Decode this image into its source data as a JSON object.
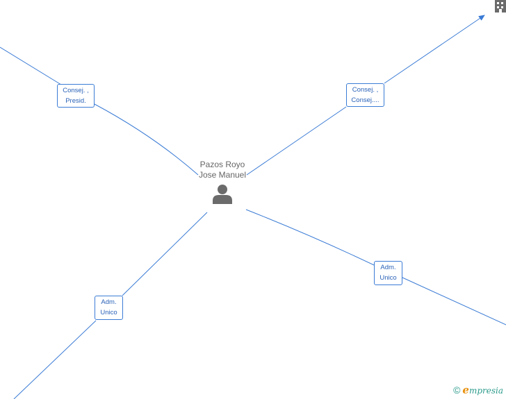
{
  "person": {
    "name_line1": "Pazos Royo",
    "name_line2": "Jose Manuel",
    "icon": "person-icon"
  },
  "edges": [
    {
      "id": "top-left",
      "label_line1": "Consej. ,",
      "label_line2": "Presid."
    },
    {
      "id": "top-right",
      "label_line1": "Consej. ,",
      "label_line2": "Consej...."
    },
    {
      "id": "bottom-left",
      "label_line1": "Adm.",
      "label_line2": "Unico"
    },
    {
      "id": "bottom-right",
      "label_line1": "Adm.",
      "label_line2": "Unico"
    }
  ],
  "company_node": {
    "icon": "building-icon"
  },
  "footer": {
    "copyright_symbol": "©",
    "brand_initial": "e",
    "brand_rest": "mpresia"
  },
  "colors": {
    "edge": "#3a7bd5",
    "label_text": "#2a62b8",
    "person_text": "#666666",
    "person_icon": "#6b6b6b",
    "brand": "#2a9a8a",
    "brand_accent": "#e8900c"
  }
}
